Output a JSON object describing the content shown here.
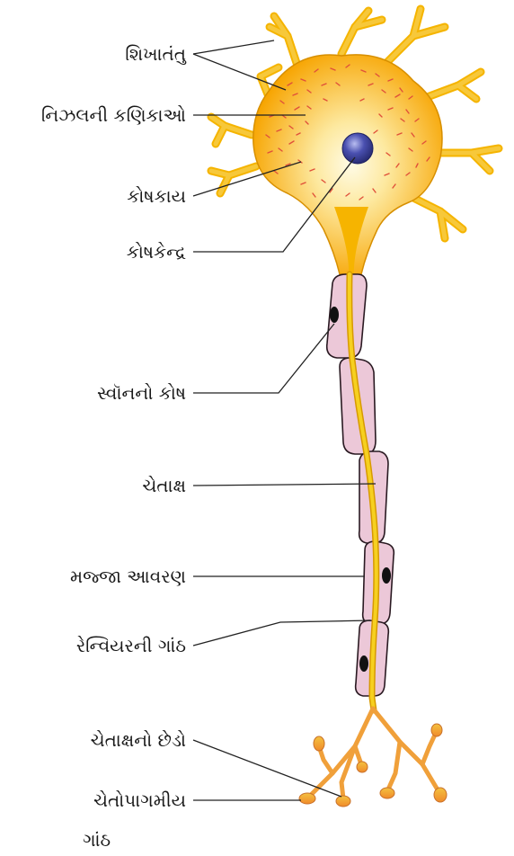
{
  "labels": {
    "dendrite": "શિખાતંતુ",
    "nissl": "નિઝલની કણિકાઓ",
    "cell_body": "કોષકાય",
    "nucleus": "કોષકેન્દ્ર",
    "schwann": "સ્વૉનનો કોષ",
    "axon": "ચેતાક્ષ",
    "myelin": "મજ્જા આવરણ",
    "ranvier": "રેન્વિયરની ગાંઠ",
    "axon_end": "ચેતાક્ષનો છેડો",
    "synapse_line1": "ચેતોપાગમીય",
    "synapse_line2": "ગાંઠ"
  },
  "colors": {
    "cell_body_outer": "#f7a400",
    "cell_body_inner": "#fff6cc",
    "granules": "#e0503a",
    "nucleus": "#3a3f9c",
    "axon": "#f2c200",
    "schwann_fill": "#ecc8d8",
    "schwann_nucleus": "#111111",
    "terminal": "#f3a33a",
    "leader_line": "#222222"
  }
}
